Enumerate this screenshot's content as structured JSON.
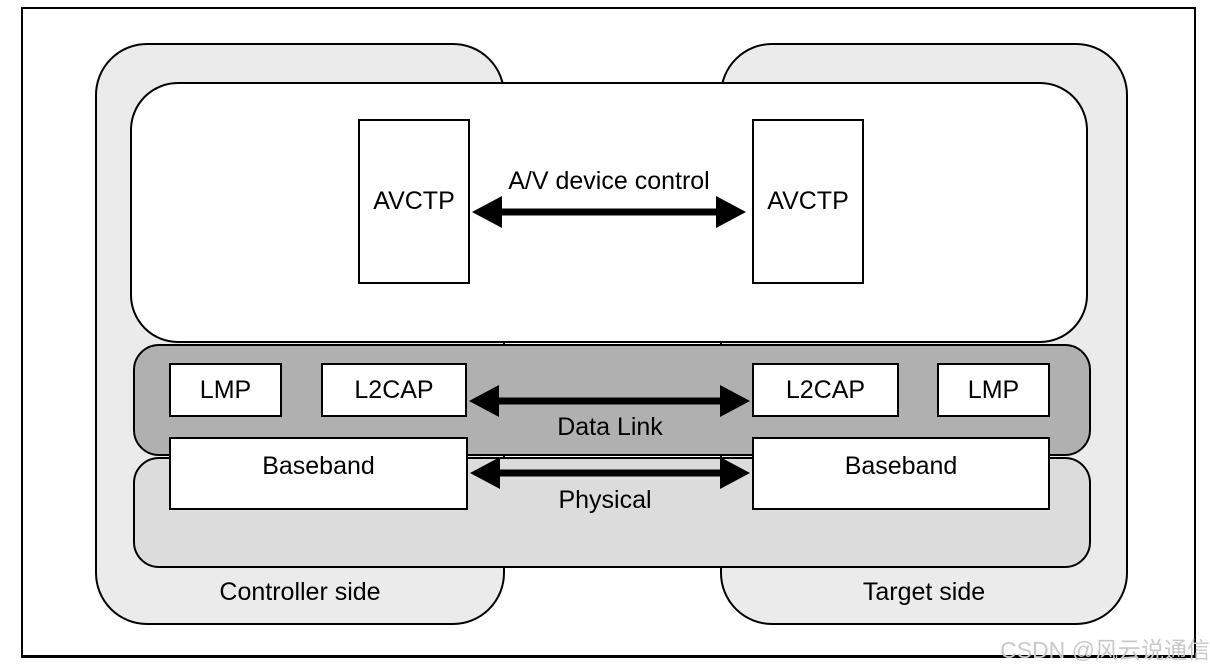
{
  "layers": {
    "control": {
      "left_box": "AVCTP",
      "right_box": "AVCTP",
      "arrow_label": "A/V device control"
    },
    "data_link": {
      "left_outer_box": "LMP",
      "left_inner_box": "L2CAP",
      "right_inner_box": "L2CAP",
      "right_outer_box": "LMP",
      "arrow_label": "Data Link"
    },
    "physical": {
      "left_box": "Baseband",
      "right_box": "Baseband",
      "arrow_label": "Physical"
    }
  },
  "sides": {
    "left_label": "Controller side",
    "right_label": "Target side"
  },
  "watermark": "CSDN @风云说通信",
  "colors": {
    "side_fill": "#ebebeb",
    "data_link_fill": "#b0b0b0",
    "physical_fill": "#dcdcdc",
    "box_fill": "#ffffff",
    "line": "#000000",
    "watermark": "#c9c9c9"
  }
}
